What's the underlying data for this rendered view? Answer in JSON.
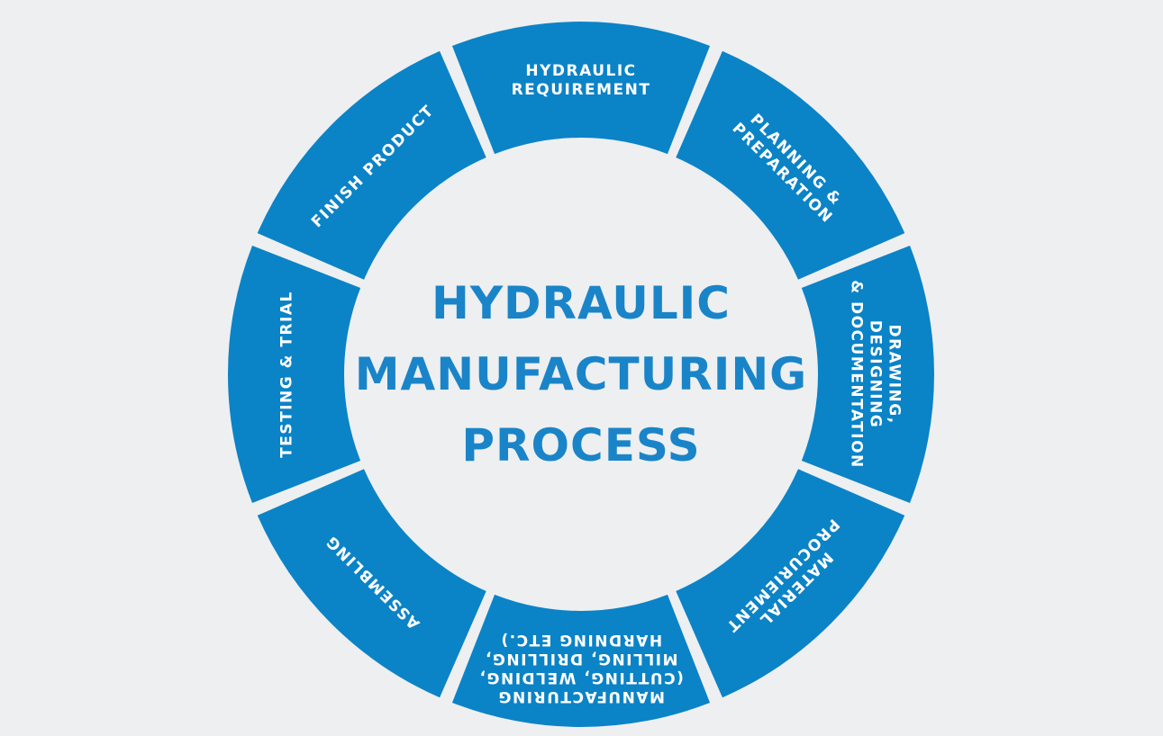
{
  "diagram": {
    "center_title_lines": [
      "HYDRAULIC",
      "MANUFACTURING",
      "PROCESS"
    ],
    "colors": {
      "background": "#edeff1",
      "segment": "#0b83c7",
      "segment_text": "#ffffff",
      "center_text": "#1a84c8"
    },
    "segments": [
      {
        "id": "hydraulic-requirement",
        "lines": [
          "HYDRAULIC",
          "REQUIREMENT"
        ]
      },
      {
        "id": "planning-preparation",
        "lines": [
          "PLANNING &",
          "PREPARATION"
        ]
      },
      {
        "id": "drawing-designing-documentation",
        "lines": [
          "DRAWING,",
          "DESIGNING",
          "& DOCUMENTATION"
        ]
      },
      {
        "id": "material-procurement",
        "lines": [
          "MATERIAL",
          "PROCURIEMENT"
        ]
      },
      {
        "id": "manufacturing",
        "lines": [
          "MANUFACTURING",
          "(CUTTING, WELDING,",
          "MILLING, DRILLING,",
          "HARDNING ETC.)"
        ]
      },
      {
        "id": "assembling",
        "lines": [
          "ASSEMBLING"
        ]
      },
      {
        "id": "testing-trial",
        "lines": [
          "TESTING & TRIAL"
        ]
      },
      {
        "id": "finish-product",
        "lines": [
          "FINISH PRODUCT"
        ]
      }
    ]
  }
}
